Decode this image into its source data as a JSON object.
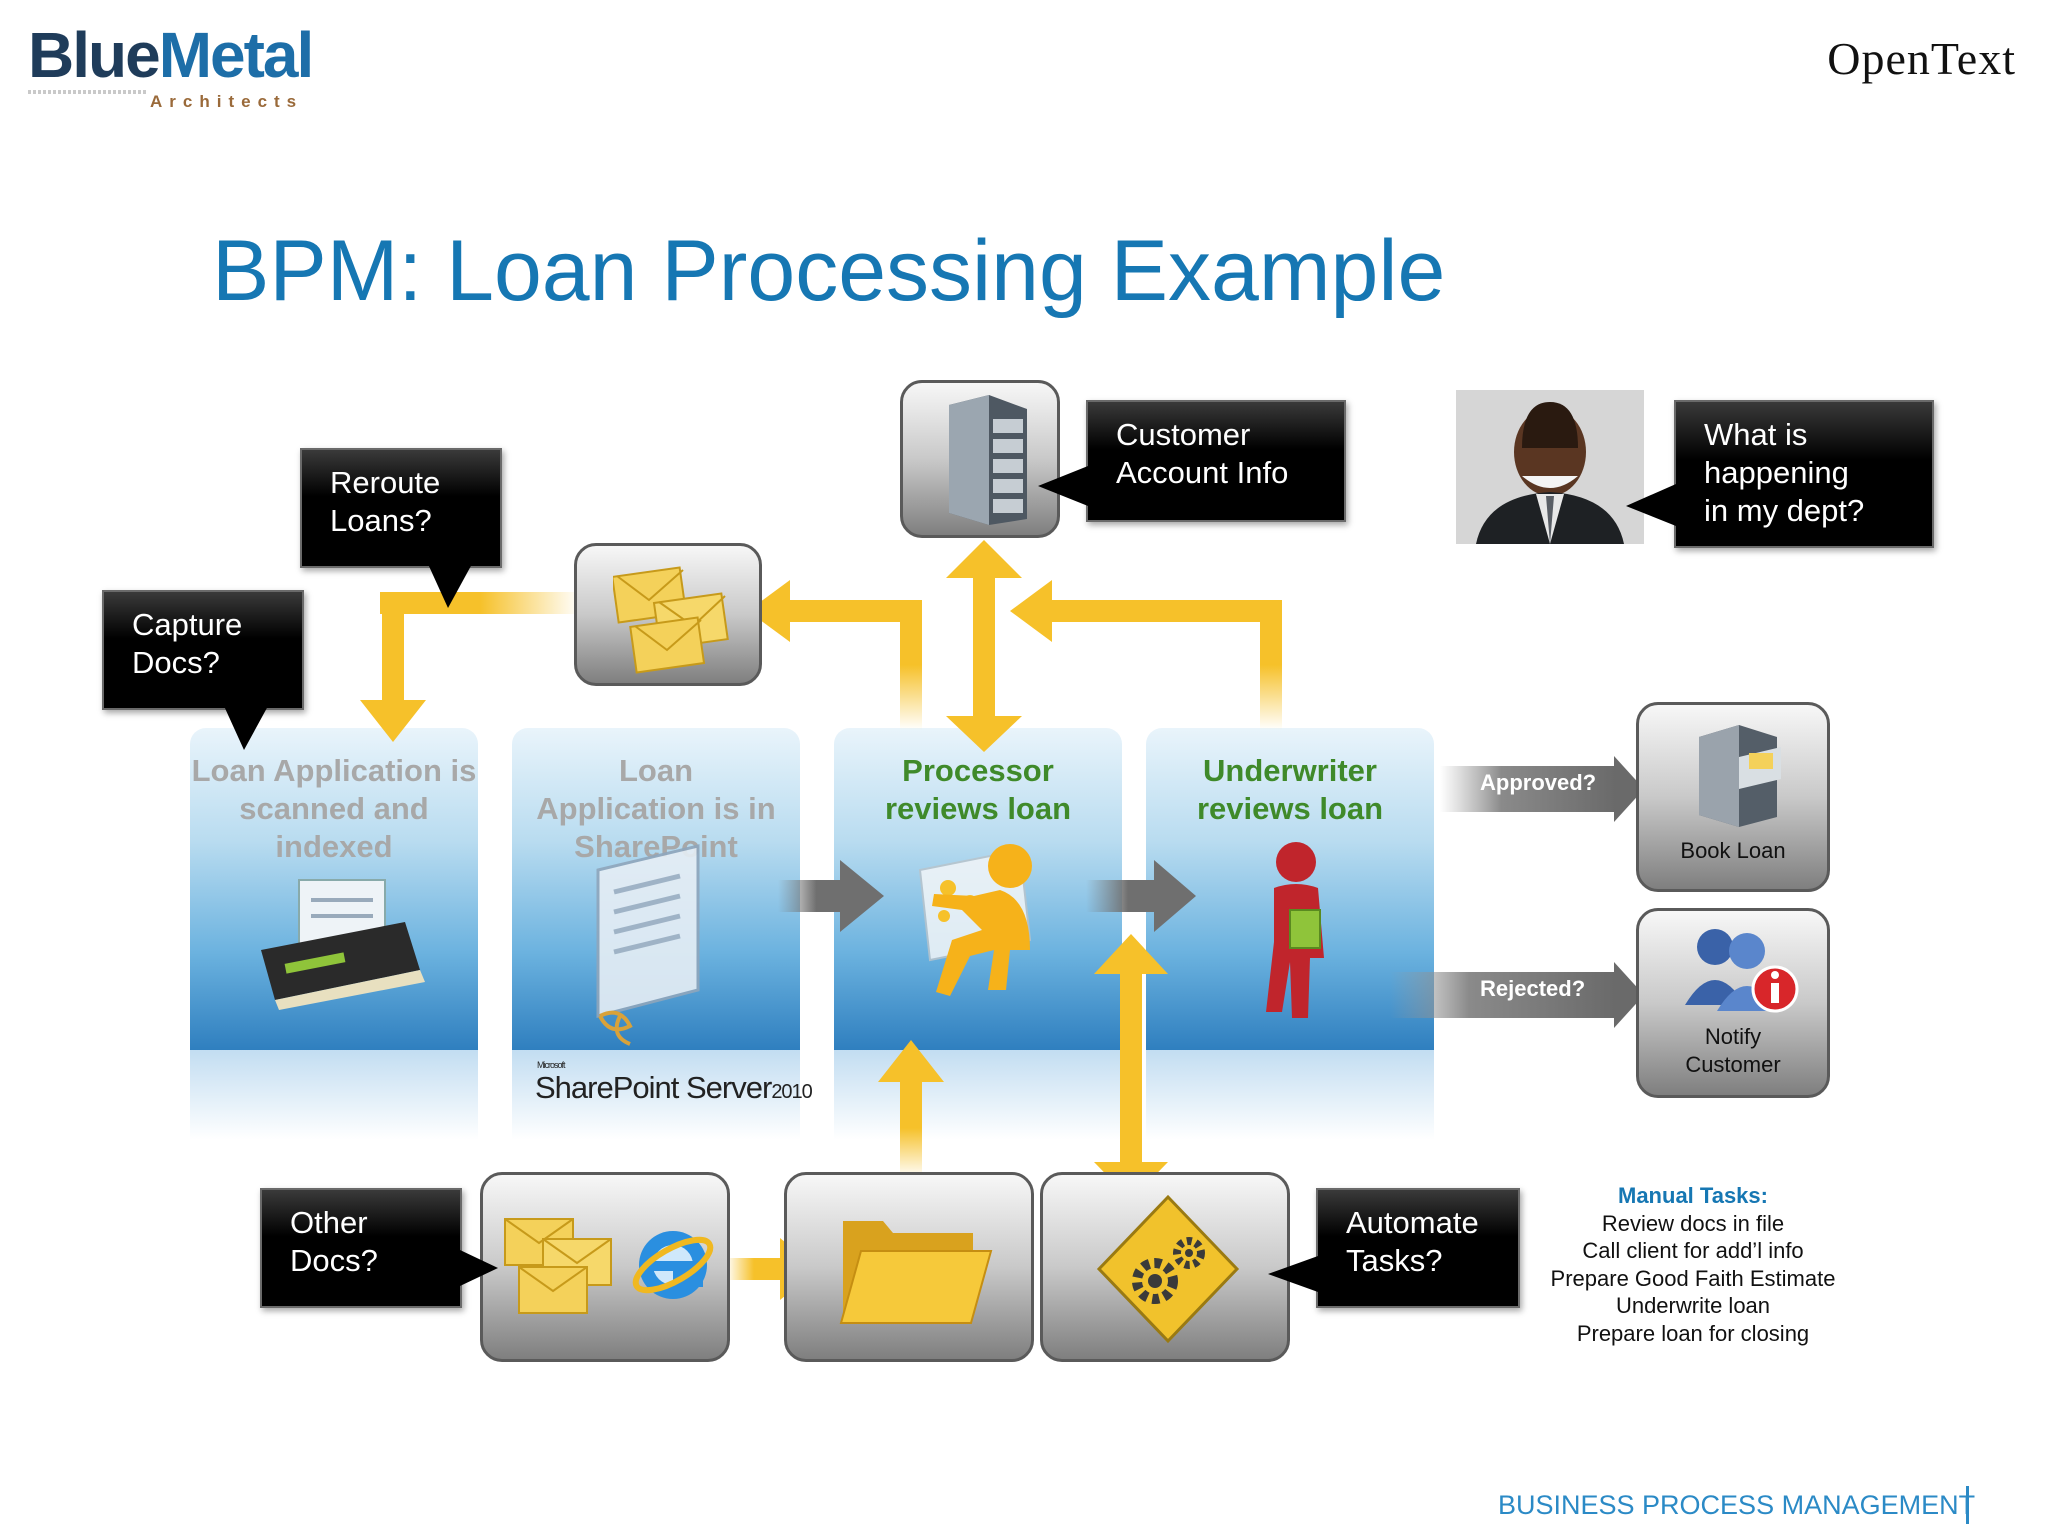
{
  "header": {
    "logo_left_part1": "Blue",
    "logo_left_part2": "Metal",
    "logo_left_sub": "Architects",
    "logo_right": "OpenText",
    "title": "BPM: Loan Processing Example"
  },
  "panels": [
    {
      "text": "Loan Application is scanned and indexed"
    },
    {
      "text": "Loan Application is in SharePoint",
      "product": "SharePoint Server",
      "product_year": "2010",
      "product_vendor": "Microsoft"
    },
    {
      "text": "Processor reviews loan"
    },
    {
      "text": "Underwriter reviews loan"
    }
  ],
  "callouts": {
    "capture_docs": [
      "Capture",
      "Docs?"
    ],
    "reroute_loans": [
      "Reroute",
      "Loans?"
    ],
    "customer_account_info": [
      "Customer",
      "Account Info"
    ],
    "what_is_happening": [
      "What is",
      "happening",
      "in my dept?"
    ],
    "other_docs": [
      "Other",
      "Docs?"
    ],
    "automate_tasks": [
      "Automate",
      "Tasks?"
    ]
  },
  "decisions": {
    "approved": "Approved?",
    "rejected": "Rejected?"
  },
  "tiles": {
    "book_loan": "Book Loan",
    "notify_customer": [
      "Notify",
      "Customer"
    ]
  },
  "manual_tasks": {
    "heading": "Manual Tasks:",
    "items": [
      "Review docs in file",
      "Call client for add’l info",
      "Prepare Good Faith Estimate",
      "Underwrite loan",
      "Prepare loan for closing"
    ]
  },
  "footer": "BUSINESS PROCESS MANAGEMENT",
  "colors": {
    "title_blue": "#1677b3",
    "arrow_yellow": "#f6c12a",
    "arrow_gray": "#7a7a7a",
    "green_text": "#3f8a2a",
    "gray_text": "#a8a8a8"
  }
}
